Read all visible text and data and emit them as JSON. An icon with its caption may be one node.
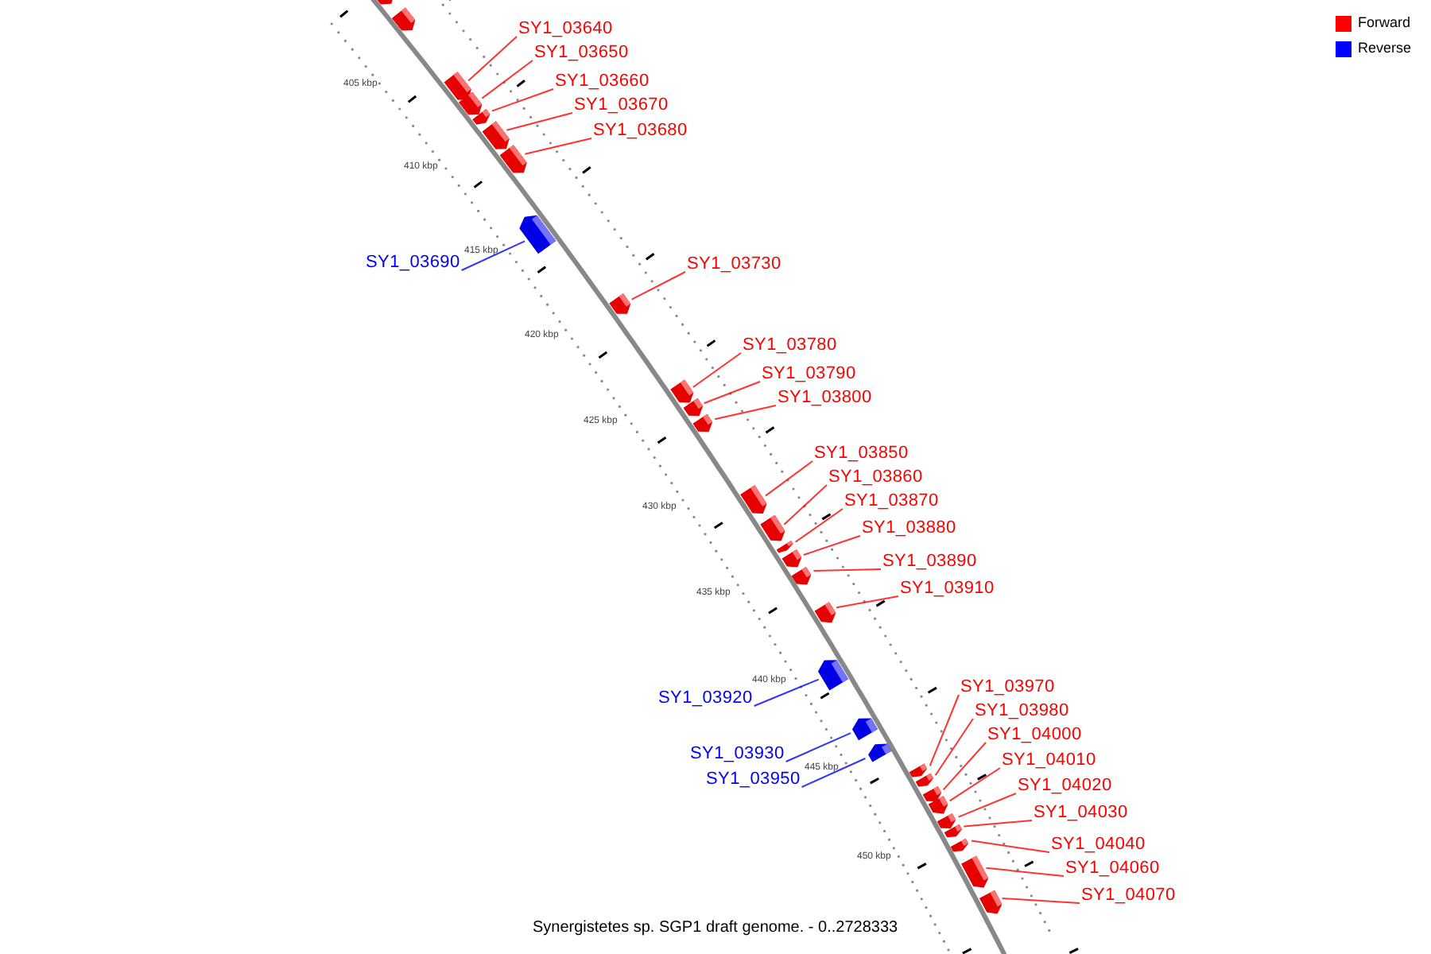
{
  "diagram": {
    "caption": "Synergistetes sp. SGP1 draft genome. - 0..2728333",
    "nodes": [
      {
        "text": [],
        "shape": "box"
      },
      {
        "text": [],
        "shape": "box"
      },
      {
        "text": [
          "SY1_03640"
        ]
      },
      {
        "text": [],
        "shape": "box"
      },
      {
        "text": [
          "SY1_03650"
        ]
      },
      {
        "text": [],
        "shape": "box"
      },
      {
        "text": [
          "SY1_03660"
        ]
      },
      {
        "text": [],
        "shape": "box"
      },
      {
        "text": [
          "SY1_03670"
        ]
      },
      {
        "text": [],
        "shape": "box"
      },
      {
        "text": [
          "SY1_03680"
        ]
      },
      {
        "text": [],
        "shape": "box"
      },
      {
        "text": [
          "SY1_03690"
        ]
      },
      {
        "text": [],
        "shape": "box"
      },
      {
        "text": [
          "SY1_03730"
        ]
      },
      {
        "text": [],
        "shape": "box"
      },
      {
        "text": [
          "SY1_03780"
        ]
      },
      {
        "text": [],
        "shape": "box"
      },
      {
        "text": [
          "SY1_03790"
        ]
      },
      {
        "text": [],
        "shape": "box"
      },
      {
        "text": [
          "SY1_03800"
        ]
      },
      {
        "text": [],
        "shape": "box"
      },
      {
        "text": [
          "SY1_03850"
        ]
      },
      {
        "text": [],
        "shape": "box"
      },
      {
        "text": [
          "SY1_03860"
        ]
      },
      {
        "text": [],
        "shape": "box"
      },
      {
        "text": [
          "SY1_03870"
        ]
      },
      {
        "text": [],
        "shape": "box"
      },
      {
        "text": [
          "SY1_03880"
        ]
      },
      {
        "text": [],
        "shape": "box"
      },
      {
        "text": [
          "SY1_03890"
        ]
      },
      {
        "text": [],
        "shape": "box"
      },
      {
        "text": [
          "SY1_03910"
        ]
      },
      {
        "text": [],
        "shape": "box"
      },
      {
        "text": [
          "SY1_03920"
        ]
      },
      {
        "text": [],
        "shape": "box"
      },
      {
        "text": [
          "SY1_03930"
        ]
      },
      {
        "text": [],
        "shape": "box"
      },
      {
        "text": [
          "SY1_03950"
        ]
      },
      {
        "text": [],
        "shape": "box"
      },
      {
        "text": [
          "SY1_03970"
        ]
      },
      {
        "text": [],
        "shape": "box"
      },
      {
        "text": [
          "SY1_03980"
        ]
      },
      {
        "text": [],
        "shape": "box"
      },
      {
        "text": [
          "SY1_04000"
        ]
      },
      {
        "text": [],
        "shape": "box"
      },
      {
        "text": [
          "SY1_04010"
        ]
      },
      {
        "text": [],
        "shape": "box"
      },
      {
        "text": [
          "SY1_04020"
        ]
      },
      {
        "text": [],
        "shape": "box"
      },
      {
        "text": [
          "SY1_04030"
        ]
      },
      {
        "text": [],
        "shape": "box"
      },
      {
        "text": [
          "SY1_04040"
        ]
      },
      {
        "text": [],
        "shape": "box"
      },
      {
        "text": [
          "SY1_04060"
        ]
      },
      {
        "text": [],
        "shape": "box"
      },
      {
        "text": [
          "SY1_04070"
        ]
      },
      {
        "text": [],
        "shape": "box"
      }
    ],
    "edges": [
      {
        "from": 2,
        "to": 3,
        "arrow": "none"
      },
      {
        "from": 4,
        "to": 5,
        "arrow": "none"
      },
      {
        "from": 6,
        "to": 7,
        "arrow": "none"
      },
      {
        "from": 8,
        "to": 9,
        "arrow": "none"
      },
      {
        "from": 10,
        "to": 11,
        "arrow": "none"
      },
      {
        "from": 12,
        "to": 13,
        "arrow": "none",
        "color": "#0000ff"
      },
      {
        "from": 14,
        "to": 15,
        "arrow": "none"
      },
      {
        "from": 16,
        "to": 17,
        "arrow": "none"
      },
      {
        "from": 18,
        "to": 19,
        "arrow": "none"
      },
      {
        "from": 20,
        "to": 21,
        "arrow": "none"
      },
      {
        "from": 22,
        "to": 23,
        "arrow": "none"
      },
      {
        "from": 24,
        "to": 25,
        "arrow": "none"
      },
      {
        "from": 26,
        "to": 27,
        "arrow": "none"
      },
      {
        "from": 28,
        "to": 29,
        "arrow": "none"
      },
      {
        "from": 30,
        "to": 31,
        "arrow": "none"
      },
      {
        "from": 32,
        "to": 33,
        "arrow": "none"
      },
      {
        "from": 34,
        "to": 35,
        "arrow": "none",
        "color": "#0000ff"
      },
      {
        "from": 36,
        "to": 37,
        "arrow": "none",
        "color": "#0000ff"
      },
      {
        "from": 38,
        "to": 39,
        "arrow": "none",
        "color": "#0000ff"
      },
      {
        "from": 40,
        "to": 41,
        "arrow": "none"
      },
      {
        "from": 42,
        "to": 43,
        "arrow": "none"
      },
      {
        "from": 44,
        "to": 45,
        "arrow": "none"
      },
      {
        "from": 46,
        "to": 47,
        "arrow": "none"
      },
      {
        "from": 48,
        "to": 49,
        "arrow": "none"
      },
      {
        "from": 50,
        "to": 51,
        "arrow": "none"
      },
      {
        "from": 52,
        "to": 53,
        "arrow": "none"
      },
      {
        "from": 54,
        "to": 55,
        "arrow": "none"
      },
      {
        "from": 56,
        "to": 57,
        "arrow": "none"
      }
    ],
    "labels": [
      "405 kbp",
      "410 kbp",
      "415 kbp",
      "420 kbp",
      "425 kbp",
      "430 kbp",
      "435 kbp",
      "440 kbp",
      "445 kbp",
      "450 kbp"
    ],
    "legend": [
      {
        "text": "Forward",
        "color": "#ff0000"
      },
      {
        "text": "Reverse",
        "color": "#0000ff"
      }
    ]
  }
}
